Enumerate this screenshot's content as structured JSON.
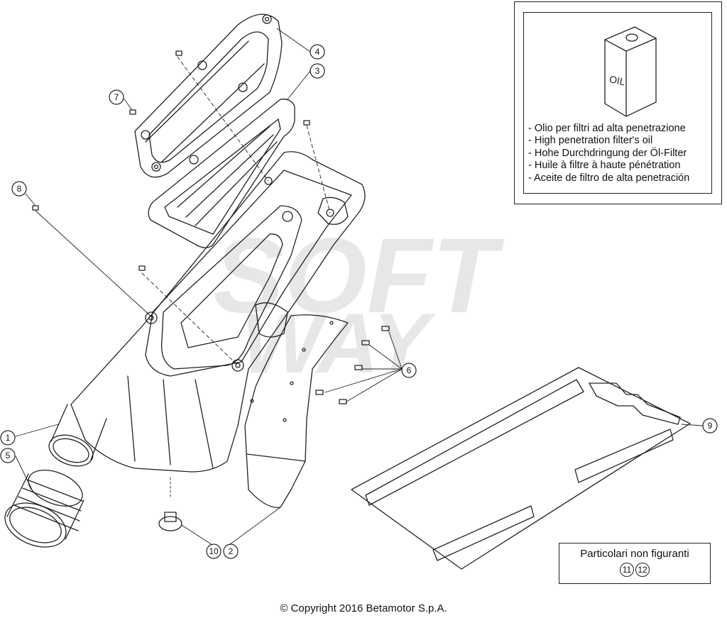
{
  "diagram": {
    "watermark_lines": [
      "SOFT",
      "WAY"
    ],
    "oil_box": {
      "can_label": "OIL",
      "lines": [
        "- Olio per filtri ad alta penetrazione",
        "- High penetration filter's oil",
        "- Hohe Durchdringung der Öl-Filter",
        "- Huile à filtre à haute pénétration",
        "- Aceite de filtro de alta penetración"
      ]
    },
    "callouts": [
      "1",
      "2",
      "3",
      "4",
      "5",
      "6",
      "7",
      "8",
      "9",
      "10"
    ],
    "parts_not_shown": {
      "title": "Particolari non figuranti",
      "refs": [
        "11",
        "12"
      ]
    },
    "copyright": "© Copyright 2016 Betamotor S.p.A."
  }
}
